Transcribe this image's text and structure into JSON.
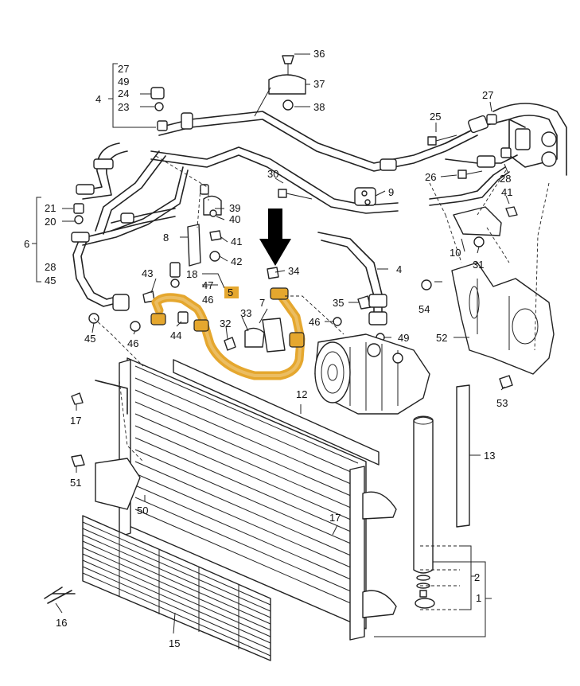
{
  "diagram": {
    "highlight_color": "#e5a72e",
    "arrow_color": "#000000",
    "highlighted_part": "5",
    "callouts": {
      "c1": "1",
      "c2": "2",
      "c4a": "4",
      "c4b": "4",
      "c5": "5",
      "c6": "6",
      "c7": "7",
      "c8": "8",
      "c9": "9",
      "c10": "10",
      "c12": "12",
      "c13": "13",
      "c15": "15",
      "c16": "16",
      "c17a": "17",
      "c17b": "17",
      "c18": "18",
      "c20": "20",
      "c21": "21",
      "c23": "23",
      "c24": "24",
      "c25": "25",
      "c26": "26",
      "c27a": "27",
      "c27b": "27",
      "c28a": "28",
      "c28b": "28",
      "c30": "30",
      "c31": "31",
      "c32": "32",
      "c33": "33",
      "c34": "34",
      "c35": "35",
      "c36": "36",
      "c37": "37",
      "c38": "38",
      "c39": "39",
      "c40": "40",
      "c41a": "41",
      "c41b": "41",
      "c42": "42",
      "c43": "43",
      "c44": "44",
      "c45a": "45",
      "c45b": "45",
      "c46a": "46",
      "c46b": "46",
      "c46c": "46",
      "c47": "47",
      "c49a": "49",
      "c49b": "49",
      "c50": "50",
      "c51": "51",
      "c52": "52",
      "c53": "53",
      "c54": "54"
    }
  }
}
